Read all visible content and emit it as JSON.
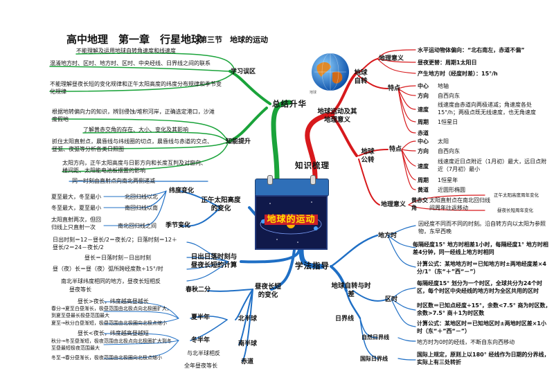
{
  "title": {
    "main": "高中地理　第一章　行星地球",
    "section": "第三节　地球的运动"
  },
  "center": {
    "label": "地球的运动"
  },
  "globe_caption": "地球",
  "colors": {
    "red": "#d7191c",
    "green": "#1aa33a",
    "blue": "#1f6fc5",
    "navy": "#10194a"
  },
  "hubs": {
    "summary": "总结升华",
    "knowledge": "知识梳理",
    "method": "学法指导"
  },
  "summary": {
    "mistakes": {
      "label": "学习误区",
      "items": [
        "不能理解及运用地球自转角速度和线速度",
        "混淆地方时、区时、地方时、区时、中央经线、日界线之间的联系",
        "不能理解昼夜长短的变化规律和正午太阳高度的纬度分布规律和季节变化规律"
      ]
    },
    "ability": {
      "label": "知能提升",
      "items": [
        "根据地转偏向力的知识，辨别侵蚀/堆积河岸，正确选定港口，沙滩度假地",
        "了解黄赤交角的存在、大小、变化及其影响",
        "抓住太阳直射点，晨昏线与纬线圈的切点，晨昏线与赤道的交点、昼弧、夜弧等分析各类日照图",
        "太阳方向，正午太阳高度与日影方向和长度互判及对窗向、楼间距、太阳能电池板摆置的影响"
      ]
    }
  },
  "knowledge": {
    "branch_title": "地球运动及其地理意义",
    "rotation": {
      "label": "地球自转",
      "significance": {
        "label": "地理意义",
        "items": [
          "水平运动物体偏向：“北右南左，赤道不偏”",
          "昼夜更替：周期1太阳日",
          "产生地方时（经度时差）：15°/h"
        ]
      },
      "features": {
        "label": "特点",
        "rows": [
          {
            "key": "中心",
            "value": "地轴"
          },
          {
            "key": "方向",
            "value": "自西向东"
          },
          {
            "key": "速度",
            "value": "线速度由赤道向两极递减；角速度各处15°/h；两极点既无线速度，也无角速度"
          },
          {
            "key": "周期",
            "value": "1恒星日"
          }
        ],
        "equator": "赤道"
      }
    },
    "revolution": {
      "label": "地球公转",
      "features": {
        "label": "特点",
        "rows": [
          {
            "key": "中心",
            "value": "太阳"
          },
          {
            "key": "方向",
            "value": "自西向东"
          },
          {
            "key": "速度",
            "value": "线速度近日点附近（1月初）最大，远日点附近（7月初）最小"
          },
          {
            "key": "周期",
            "value": "1恒星年"
          },
          {
            "key": "黄道",
            "value": "近圆形椭圆"
          }
        ]
      },
      "significance": {
        "label": "地理意义",
        "angle_label": "黄赤交角",
        "angle_desc": "太阳直射点在南北回归线间周年往返移动",
        "items": [
          "正午太阳高度周年变化",
          "昼夜长短周年变化"
        ]
      }
    }
  },
  "method": {
    "noon_height": {
      "label": "正午太阳高度的变化",
      "top_note": "同一时刻由直射点向南北两侧递减",
      "latitude": {
        "label": "纬度变化",
        "rows": [
          {
            "left": "夏至最大，冬至最小",
            "right": "北回归线以北"
          },
          {
            "left": "冬至最大，夏至最小",
            "right": "南回归线以南"
          },
          {
            "left": "太阳直射两次，但回归线上只直射一次",
            "right": "南北回归线之间"
          }
        ]
      },
      "season_label": "季节变化"
    },
    "sunrise": {
      "label": "日出日落时刻与昼夜长短的计算",
      "items": [
        "日出时刻＝12－昼长/2＝夜长/2；日落时刻＝12＋昼长/2＝24－夜长/2",
        "昼长＝日落时刻－日出时刻",
        "昼（夜）长＝昼（夜）弧所跨经度数÷15°/时",
        "南北半球纬度相同的地方，昼夜长短相反"
      ]
    },
    "daynight": {
      "label": "昼夜长短的变化",
      "equinox": {
        "label": "春秋二分",
        "text": "昼夜等长"
      },
      "northern": {
        "label": "北半球",
        "summer": {
          "label": "夏半年",
          "items": [
            "昼长>夜长，纬度越高昼越长",
            "春分→夏至白昼渐长，极昼范围由北极点向北极圈扩大，到夏至昼最长极昼范围最大",
            "夏至→秋分白昼渐短，极昼范围由北极圈向北极点缩小"
          ]
        },
        "winter": {
          "label": "冬半年",
          "items": [
            "昼长<夜长，纬度越高昼越短",
            "秋分→冬至昼渐短，极夜范围由北极点向北极圈扩大到冬至昼最短极夜范围最大",
            "冬至→春分昼渐长，极夜范围由北极圈向北极点缩小"
          ]
        }
      },
      "southern": {
        "label": "南半球",
        "text": "与北半球相反"
      },
      "equator": {
        "label": "赤道",
        "text": "全年昼夜等长"
      }
    },
    "time": {
      "label": "地球自转与时差",
      "local": {
        "label": "地方时",
        "items": [
          "因经度不同而不同的时刻。沿自转方向以太阳为参照物，东早西晚",
          "每隔经度15° 地方时相差1小时，每隔经度1° 地方时相差4分钟，同一经线上地方时相同",
          "计算公式：某地地方时＝已知地方时±两地经度差×4分/1°（东“＋”西“－”）"
        ]
      },
      "zone": {
        "label": "区时",
        "items": [
          "每隔经度15° 划分为一个时区，全球共分为24个时区，每个时区中央经线的地方时为全区共用的区时",
          "时区数＝已知点经度÷15°，余数<7.5° 商为时区数，余数>7.5° 商＋1为时区数",
          "计算公式：某地区时＝已知地区时±两地时区差×1小时（东“＋”西“－”）"
        ]
      },
      "dateline": {
        "label": "日界线",
        "natural": {
          "label": "自然日界线",
          "text": "地方时为0时的经线，不断自东向西移动"
        },
        "international": {
          "label": "国际日界线",
          "text": "国际上规定，原则上以180° 经线作为日期的分界线，实际上有三处转折"
        }
      }
    }
  }
}
